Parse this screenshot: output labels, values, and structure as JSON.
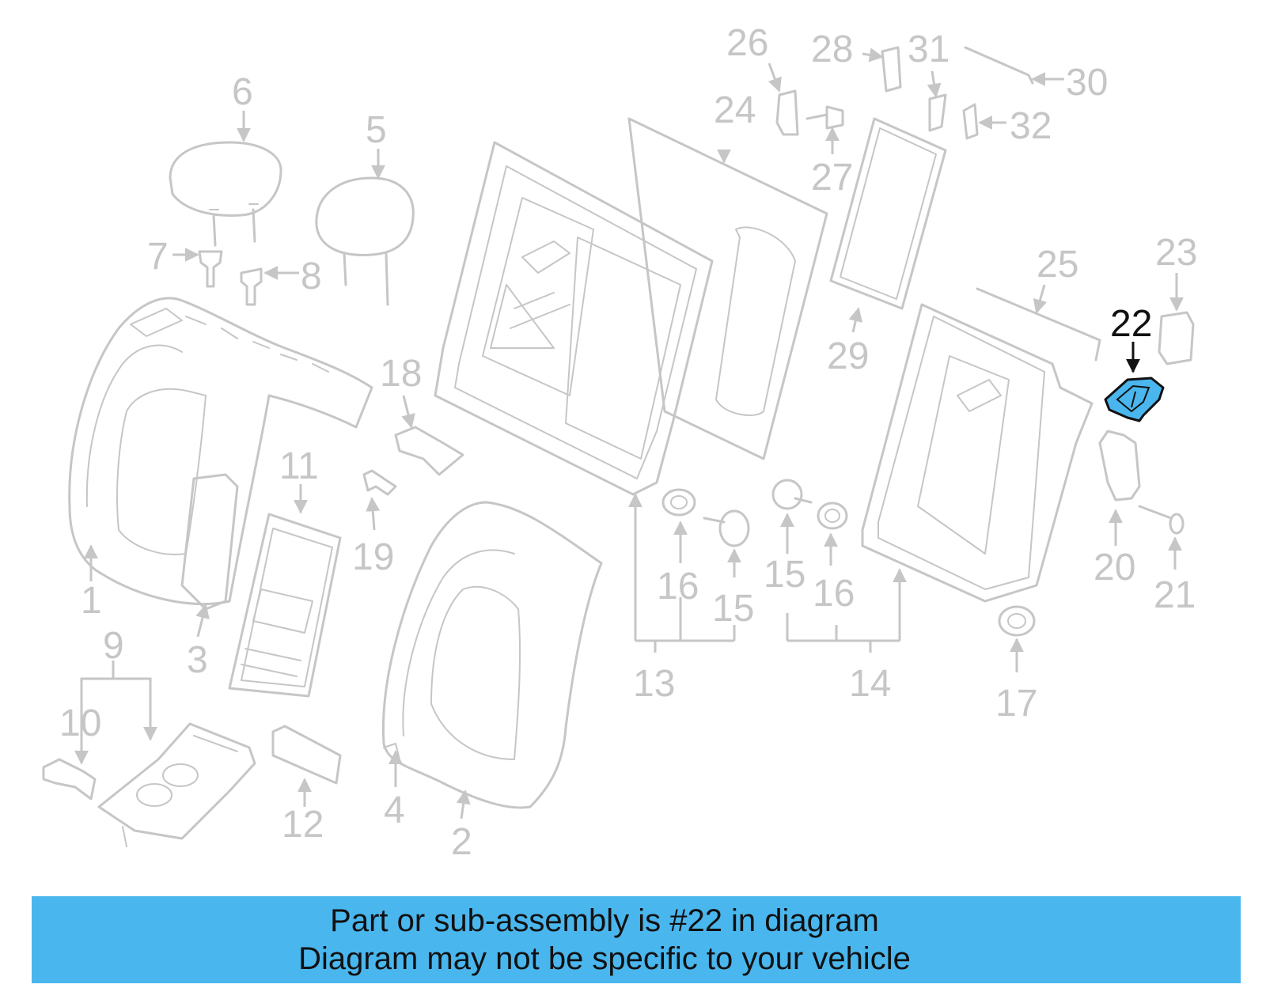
{
  "diagram": {
    "highlight_color": "#4ab6ee",
    "part_color": "#c6c6c6",
    "highlighted_part": "22",
    "callouts": {
      "c1": "1",
      "c2": "2",
      "c3": "3",
      "c4": "4",
      "c5": "5",
      "c6": "6",
      "c7": "7",
      "c8": "8",
      "c9": "9",
      "c10": "10",
      "c11": "11",
      "c12": "12",
      "c13": "13",
      "c14": "14",
      "c15a": "15",
      "c15b": "15",
      "c16a": "16",
      "c16b": "16",
      "c17": "17",
      "c18": "18",
      "c19": "19",
      "c20": "20",
      "c21": "21",
      "c22": "22",
      "c23": "23",
      "c24": "24",
      "c25": "25",
      "c26": "26",
      "c27": "27",
      "c28": "28",
      "c29": "29",
      "c30": "30",
      "c31": "31",
      "c32": "32"
    }
  },
  "banner": {
    "line1": "Part or sub-assembly is #22 in diagram",
    "line2": "Diagram may not be specific to your vehicle",
    "background_color": "#4ab6ee"
  }
}
